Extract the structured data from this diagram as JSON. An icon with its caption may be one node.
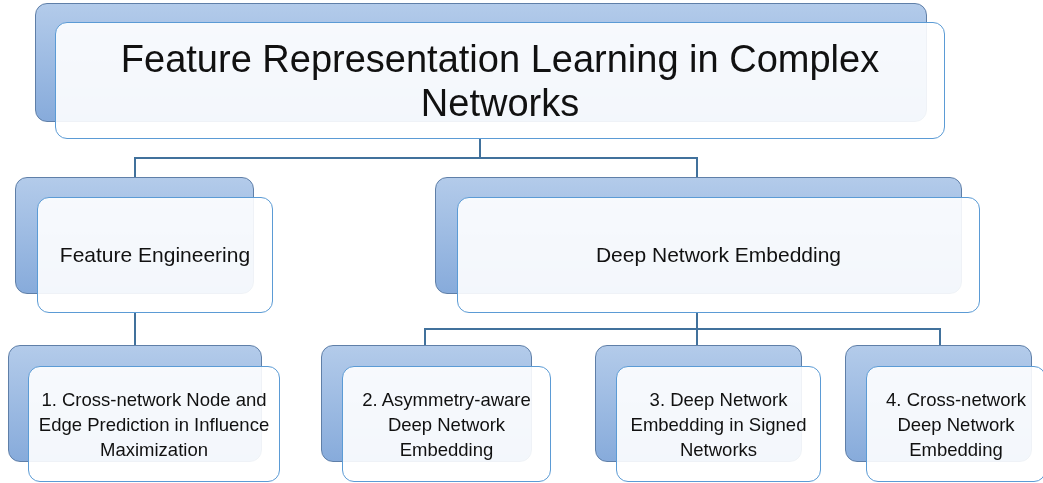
{
  "diagram": {
    "nodes": [
      {
        "text": [
          "Feature Representation Learning in Complex Networks"
        ]
      },
      {
        "text": [
          "Feature Engineering"
        ]
      },
      {
        "text": [
          "Deep Network Embedding"
        ]
      },
      {
        "text": [
          "1. Cross-network Node and Edge Prediction in Influence Maximization"
        ]
      },
      {
        "text": [
          "2. Asymmetry-aware Deep Network Embedding"
        ]
      },
      {
        "text": [
          "3. Deep Network Embedding in Signed Networks"
        ]
      },
      {
        "text": [
          "4. Cross-network Deep Network Embedding"
        ]
      }
    ],
    "edges": [
      {
        "from": 0,
        "to": 1,
        "arrow": "none"
      },
      {
        "from": 0,
        "to": 2,
        "arrow": "none"
      },
      {
        "from": 1,
        "to": 3,
        "arrow": "none"
      },
      {
        "from": 2,
        "to": 4,
        "arrow": "none"
      },
      {
        "from": 2,
        "to": 5,
        "arrow": "none"
      },
      {
        "from": 2,
        "to": 6,
        "arrow": "none"
      }
    ]
  }
}
